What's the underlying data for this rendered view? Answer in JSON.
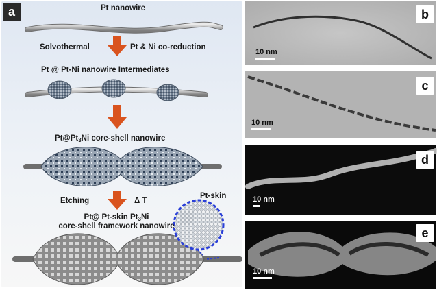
{
  "panel_a": {
    "letter": "a",
    "step0": "Pt nanowire",
    "step1_left": "Solvothermal",
    "step1_right": "Pt & Ni co-reduction",
    "step2": "Pt @ Pt-Ni nanowire Intermediates",
    "step3_pre": "Pt@Pt",
    "step3_sub": "3",
    "step3_post": "Ni core-shell nanowire",
    "step4_left": "Etching",
    "step4_right": "Δ T",
    "step5_line1_pre": "Pt@ Pt-skin Pt",
    "step5_line1_sub": "3",
    "step5_line1_post": "Ni",
    "step5_line2": "core-shell framework nanowire",
    "inset_label": "Pt-skin"
  },
  "panels": [
    {
      "letter": "b",
      "scale": "10 nm"
    },
    {
      "letter": "c",
      "scale": "10 nm"
    },
    {
      "letter": "d",
      "scale": "10 nm"
    },
    {
      "letter": "e",
      "scale": "10 nm"
    }
  ],
  "colors": {
    "arrow": "#d9531e",
    "wire": "#b4b4b4",
    "inset_ring": "#2a3fd8",
    "node": "#2e3f56"
  }
}
